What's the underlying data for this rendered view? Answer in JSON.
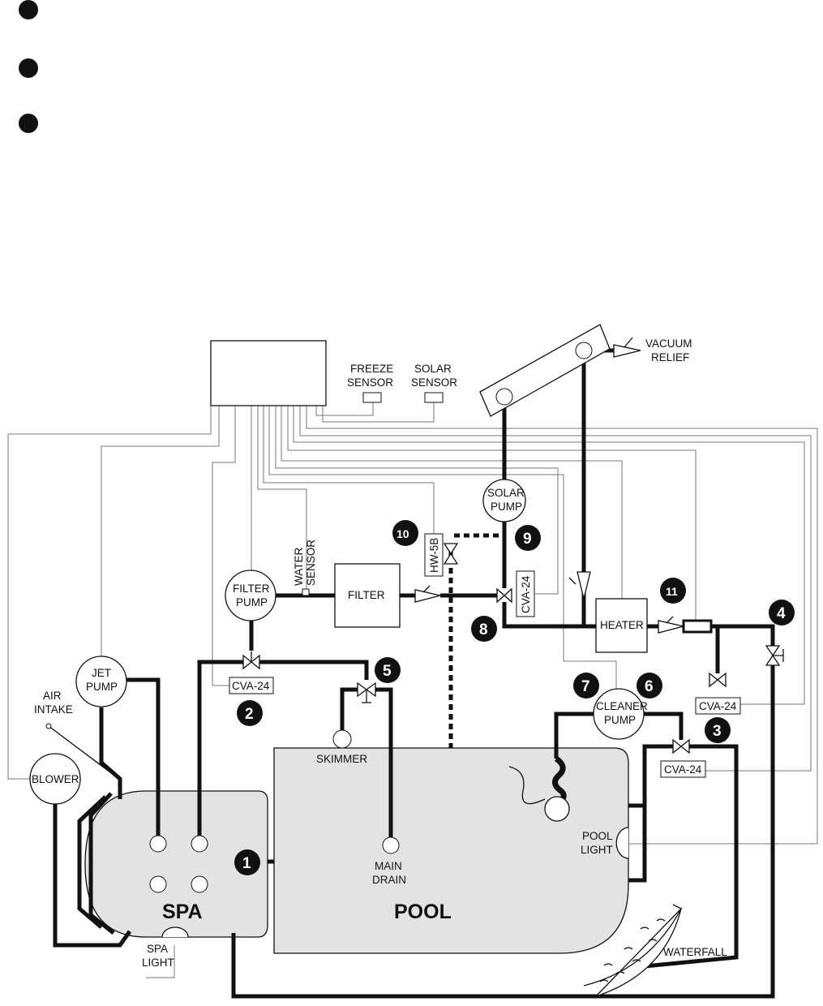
{
  "legend_bullets": 3,
  "labels": {
    "freeze_sensor": [
      "FREEZE",
      "SENSOR"
    ],
    "solar_sensor": [
      "SOLAR",
      "SENSOR"
    ],
    "vacuum_relief": [
      "VACUUM",
      "RELIEF"
    ],
    "solar_pump": [
      "SOLAR",
      "PUMP"
    ],
    "filter_pump": [
      "FILTER",
      "PUMP"
    ],
    "water_sensor": [
      "WATER",
      "SENSOR"
    ],
    "filter": "FILTER",
    "heater": "HEATER",
    "jet_pump": [
      "JET",
      "PUMP"
    ],
    "air_intake": [
      "AIR",
      "INTAKE"
    ],
    "blower": "BLOWER",
    "cleaner_pump": [
      "CLEANER",
      "PUMP"
    ],
    "skimmer": "SKIMMER",
    "main_drain": [
      "MAIN",
      "DRAIN"
    ],
    "pool_light": [
      "POOL",
      "LIGHT"
    ],
    "spa_light": [
      "SPA",
      "LIGHT"
    ],
    "waterfall": "WATERFALL",
    "spa": "SPA",
    "pool": "POOL",
    "valve_cva24": "CVA-24",
    "valve_hw5b": "HW-5B"
  },
  "callouts": [
    "1",
    "2",
    "3",
    "4",
    "5",
    "6",
    "7",
    "8",
    "9",
    "10",
    "11"
  ],
  "colors": {
    "ink": "#111111",
    "water": "#e3e3e3",
    "wire": "#777777"
  }
}
